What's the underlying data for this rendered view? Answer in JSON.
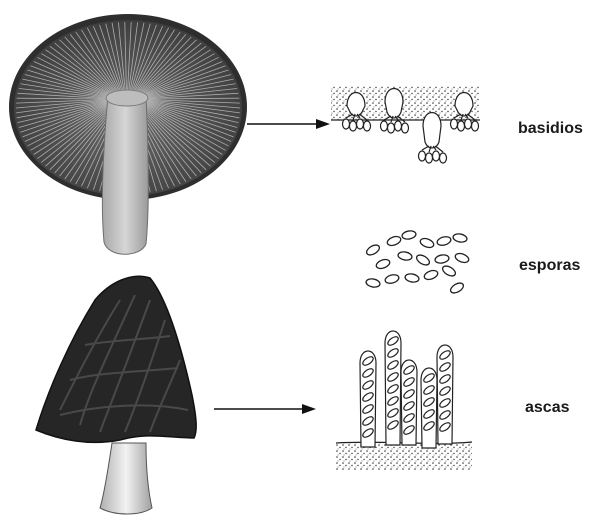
{
  "labels": {
    "basidios": "basidios",
    "esporas": "esporas",
    "ascas": "ascas"
  },
  "colors": {
    "ink": "#1a1a1a",
    "cap_underside": "#5a5a5a",
    "gill_line": "#cfcfcf",
    "stem": "#c9c9c9",
    "morel_cap": "#262626",
    "background": "#ffffff"
  },
  "icons": [
    "arrow-icon"
  ]
}
